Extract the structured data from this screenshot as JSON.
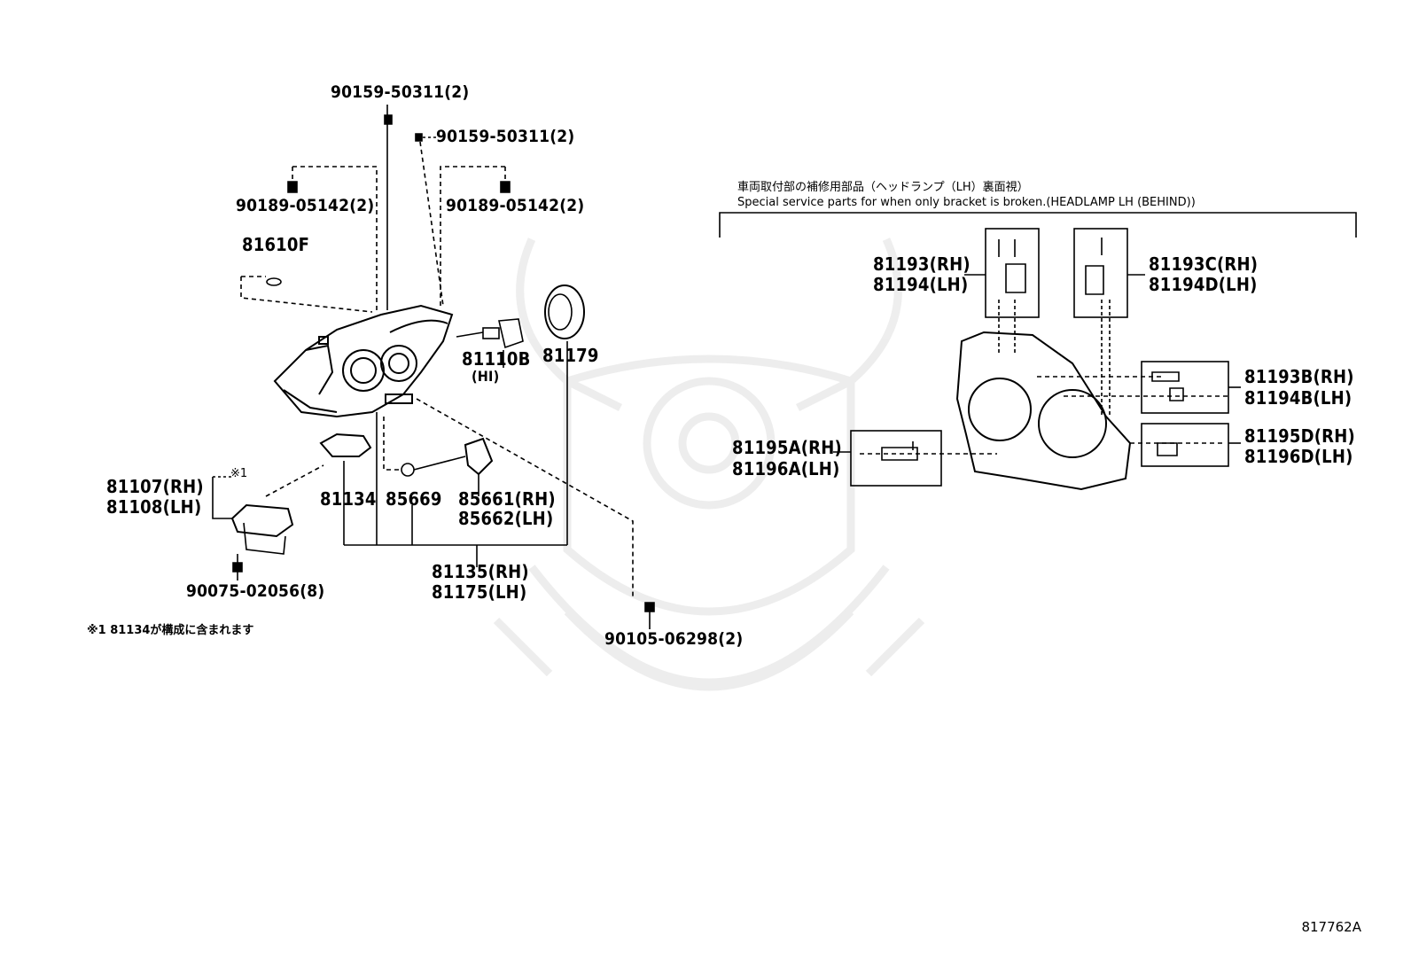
{
  "parts": {
    "p90159_a": "90159-50311(2)",
    "p90159_b": "90159-50311(2)",
    "p90189_a": "90189-05142(2)",
    "p90189_b": "90189-05142(2)",
    "p81610F": "81610F",
    "p81110B": "81110B",
    "p81110B_sub": "(HI)",
    "p81179": "81179",
    "p81107": "81107(RH)",
    "p81108": "81108(LH)",
    "mark1": "※1",
    "p81134": "81134",
    "p85669": "85669",
    "p85661": "85661(RH)",
    "p85662": "85662(LH)",
    "p81135": "81135(RH)",
    "p81175": "81175(LH)",
    "p90075": "90075-02056(8)",
    "p90105": "90105-06298(2)",
    "p81193": "81193(RH)",
    "p81194": "81194(LH)",
    "p81193C": "81193C(RH)",
    "p81194D": "81194D(LH)",
    "p81193B": "81193B(RH)",
    "p81194B": "81194B(LH)",
    "p81195A": "81195A(RH)",
    "p81196A": "81196A(LH)",
    "p81195D": "81195D(RH)",
    "p81196D": "81196D(LH)"
  },
  "notes": {
    "footnote": "※1 81134が構成に含まれます",
    "service_jp": "車両取付部の補修用部品（ヘッドランプ（LH）裏面視）",
    "service_en": "Special service parts for when only bracket is broken.(HEADLAMP LH (BEHIND))"
  },
  "diagram_code": "817762A"
}
